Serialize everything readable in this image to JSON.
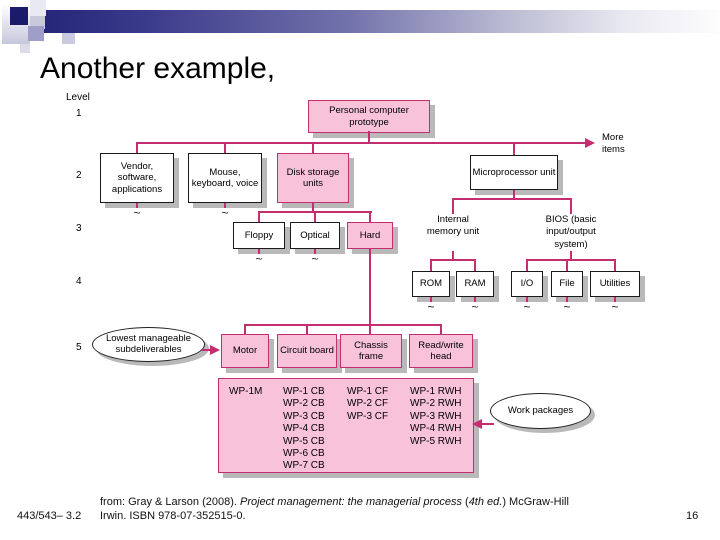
{
  "slide": {
    "title": "Another example,",
    "page_number": "16",
    "course_code": "443/543– 3.2"
  },
  "footer": {
    "citation_prefix": "from: Gray & Larson (2008). ",
    "citation_title": "Project management: the managerial process",
    "citation_mid": " (",
    "citation_edition": "4th ed.",
    "citation_suffix": ") McGraw-Hill",
    "citation_line2": "Irwin. ISBN 978-07-352515-0."
  },
  "diagram": {
    "level_header": "Level",
    "levels": [
      "1",
      "2",
      "3",
      "4",
      "5"
    ],
    "tilde": "~",
    "more_items": "More items",
    "root_label": "Personal computer prototype",
    "level2": [
      "Vendor, software, applications",
      "Mouse, keyboard, voice",
      "Disk storage units",
      "Microprocessor unit"
    ],
    "level3": [
      "Floppy",
      "Optical",
      "Hard"
    ],
    "level3_labels": [
      "Internal memory unit",
      "BIOS (basic input/output system)"
    ],
    "level4": [
      "ROM",
      "RAM",
      "I/O",
      "File",
      "Utilities"
    ],
    "level5": [
      "Motor",
      "Circuit board",
      "Chassis frame",
      "Read/write head"
    ],
    "callout_lowest": "Lowest manageable subdeliverables",
    "callout_work_packages": "Work packages",
    "work_packages": {
      "motor": [
        "WP-1M"
      ],
      "circuit_board": [
        "WP-1 CB",
        "WP-2 CB",
        "WP-3 CB",
        "WP-4 CB",
        "WP-5 CB",
        "WP-6 CB",
        "WP-7 CB"
      ],
      "chassis_frame": [
        "WP-1 CF",
        "WP-2 CF",
        "WP-3 CF"
      ],
      "read_write_head": [
        "WP-1 RWH",
        "WP-2 RWH",
        "WP-3 RWH",
        "WP-4 RWH",
        "WP-5 RWH"
      ]
    },
    "colors": {
      "pink_fill": "#f8c3d9",
      "magenta_accent": "#c42e70",
      "box_shadow_gray": "#b9b9b9",
      "header_navy": "#26267a"
    }
  }
}
